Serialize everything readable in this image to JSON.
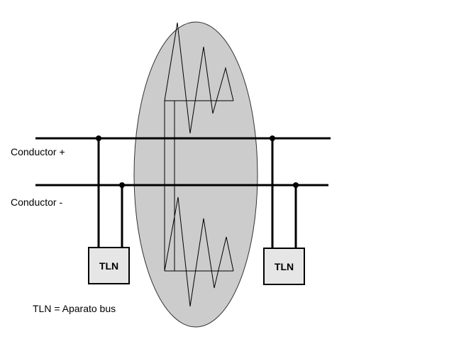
{
  "labels": {
    "conductor_plus": "Conductor +",
    "conductor_minus": "Conductor -",
    "device_left": "TLN",
    "device_right": "TLN",
    "legend": "TLN = Aparato bus"
  },
  "colors": {
    "ellipse_fill": "#cccccc",
    "line": "#000000",
    "device_fill": "#e6e6e6"
  }
}
